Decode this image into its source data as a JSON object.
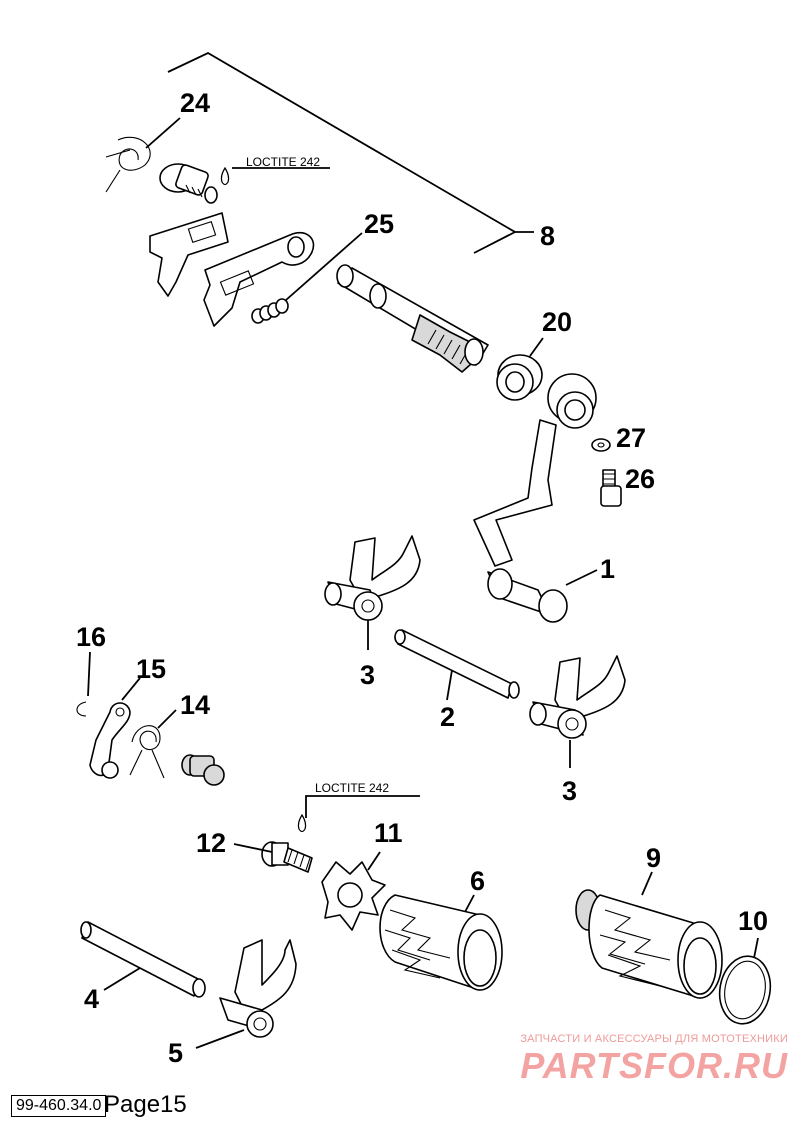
{
  "callouts": {
    "c1": "1",
    "c2": "2",
    "c3a": "3",
    "c3b": "3",
    "c4": "4",
    "c5": "5",
    "c6": "6",
    "c8": "8",
    "c9": "9",
    "c10": "10",
    "c11": "11",
    "c12": "12",
    "c14": "14",
    "c15": "15",
    "c16": "16",
    "c20": "20",
    "c24": "24",
    "c25": "25",
    "c26": "26",
    "c27": "27"
  },
  "loctite": {
    "top": "LOCTITE 242",
    "middle": "LOCTITE 242"
  },
  "footer": {
    "doc_code": "99-460.34.0",
    "page": "Page15"
  },
  "watermark": {
    "tagline": "ЗАПЧАСТИ И АКСЕССУАРЫ ДЛЯ МОТОТЕХНИКИ",
    "logo": "PARTSFOR.RU"
  }
}
